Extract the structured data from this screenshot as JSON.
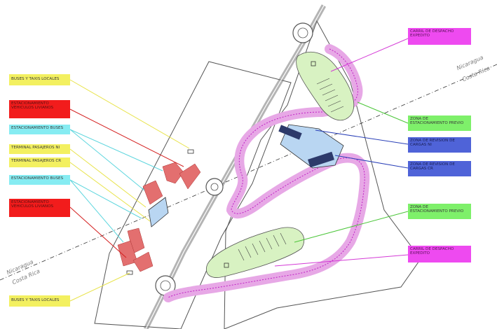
{
  "labels": {
    "buses_taxis_top": "BUSES Y TAXIS LOCALES",
    "estac_vehiculos_top_1": "ESTACIONAMIENTO",
    "estac_vehiculos_top_2": "VEHICULOS LIVIANOS",
    "estac_buses_1": "ESTACIONAMIENTO BUSES",
    "terminal_ni": "TERMINAL PASAJEROS NI",
    "terminal_cr": "TERMINAL PASAJEROS CR",
    "estac_buses_2": "ESTACIONAMIENTO BUSES",
    "estac_vehiculos_bottom_1": "ESTACIONAMIENTO",
    "estac_vehiculos_bottom_2": "VEHICULOS LIVIANOS",
    "buses_taxis_bottom": "BUSES Y TAXIS LOCALES",
    "carril_top_1": "CARRIL DE DESPACHO",
    "carril_top_2": "EXPEDITO",
    "zona_previo_top_1": "ZONA DE",
    "zona_previo_top_2": "ESTACIONAMIENTO PREVIO",
    "revision_ni_1": "ZONA DE REVISION DE",
    "revision_ni_2": "CARGAS NI",
    "revision_cr_1": "ZONA DE REVISION DE",
    "revision_cr_2": "CARGAS CR",
    "zona_previo_bottom_1": "ZONA DE",
    "zona_previo_bottom_2": "ESTACIONAMIENTO PREVIO",
    "carril_bottom_1": "CARRIL DE DESPACHO",
    "carril_bottom_2": "EXPEDITO"
  },
  "countries": {
    "nicaragua": "Nicaragua",
    "costa_rica": "Costa Rica"
  },
  "colors": {
    "yellow": "#f3f060",
    "red": "#f21c1c",
    "cyan": "#86ecf2",
    "green": "#7ef06a",
    "blue": "#4f63d8",
    "magenta": "#ee4af0",
    "lane": "#e7a8e6",
    "lot": "#d8f2c2",
    "building": "#b9d6f2",
    "parking": "#e36f6f"
  }
}
